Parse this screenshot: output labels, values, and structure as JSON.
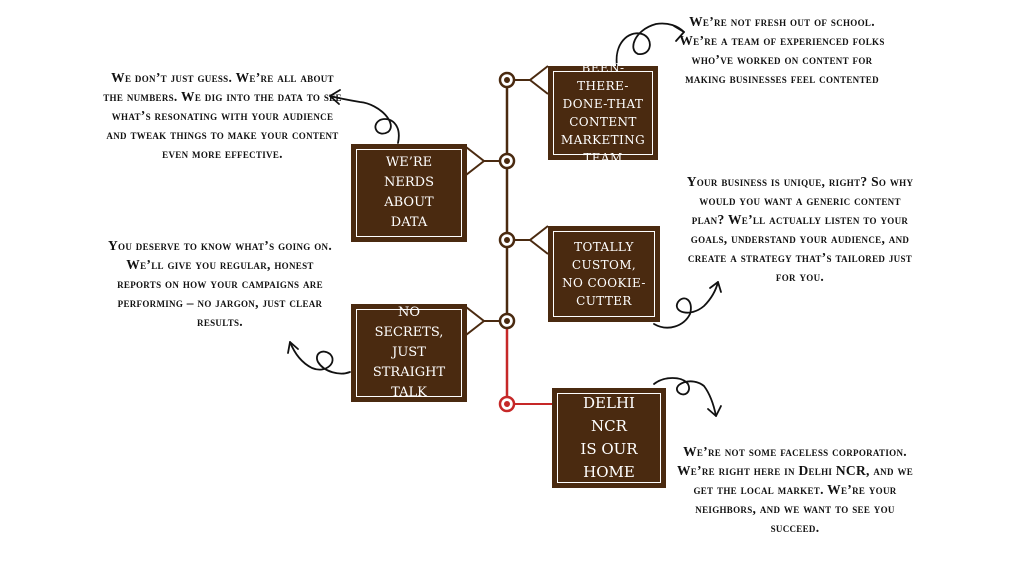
{
  "colors": {
    "box": "#4a2a10",
    "line": "#4a2a10",
    "accent": "#c62828",
    "text": "#111111"
  },
  "boxes": {
    "been_there": "BEEN-THERE-\nDONE-THAT\nCONTENT\nMARKETING\nTEAM",
    "nerds": "WE’RE\nNERDS\nABOUT\nDATA",
    "custom": "TOTALLY\nCUSTOM,\nNO COOKIE-\nCUTTER",
    "secrets": "NO SECRETS,\nJUST\nSTRAIGHT\nTALK",
    "home": "DELHI\nNCR\nIS OUR\nHOME"
  },
  "notes": {
    "been_there": "We’re not fresh out of school. We’re a team of experienced folks who’ve worked on content for making businesses feel contented",
    "nerds": "We don’t just guess. We’re all about the numbers. We dig into the data to see what’s resonating with your audience and tweak things to make your content even more effective.",
    "custom": "Your business is unique, right? So why would you want a generic content plan? We’ll actually listen to your goals, understand your audience, and create a strategy that’s tailored just for you.",
    "secrets": "You deserve to know what’s going on. We’ll give you regular, honest reports on how your campaigns are performing – no jargon, just clear results.",
    "home": "We’re not some faceless corporation. We’re right here in Delhi NCR, and we get the local market. We’re your neighbors, and we want to see you succeed."
  }
}
